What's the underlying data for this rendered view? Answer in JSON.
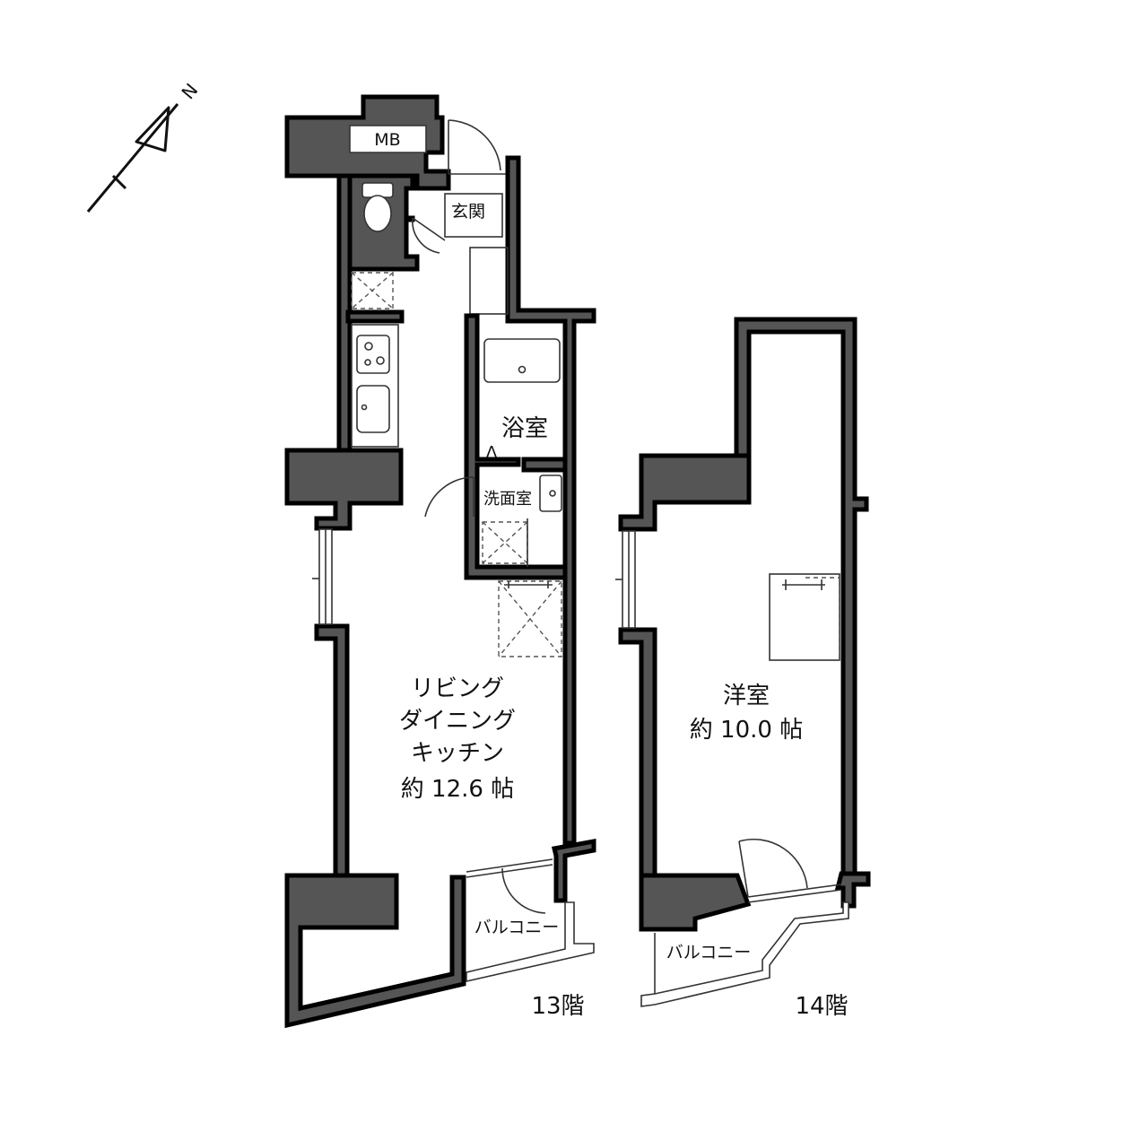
{
  "compass": {
    "north_label": "N"
  },
  "floor13": {
    "floor_label": "13階",
    "meter_box": "MB",
    "entrance": "玄関",
    "bathroom": "浴室",
    "washroom": "洗面室",
    "balcony": "バルコニー",
    "ldk": {
      "line1": "リビング",
      "line2": "ダイニング",
      "line3": "キッチン",
      "area": "約 12.6 帖"
    }
  },
  "floor14": {
    "floor_label": "14階",
    "western_room": {
      "name": "洋室",
      "area": "約 10.0 帖"
    },
    "balcony": "バルコニー"
  },
  "colors": {
    "wall_fill": "#555555",
    "wall_outline": "#000000",
    "background": "#ffffff"
  }
}
